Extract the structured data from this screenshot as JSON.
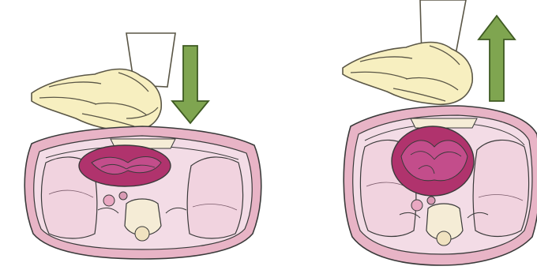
{
  "figure": {
    "panels": [
      {
        "id": "compression",
        "arrow": "down-arrow",
        "state": "chest-compressed"
      },
      {
        "id": "release",
        "arrow": "up-arrow",
        "state": "chest-recoiled"
      }
    ],
    "colors": {
      "arrow_fill": "#7fa550",
      "arrow_stroke": "#3e5a22",
      "glove": "#f7efc0",
      "glove_stroke": "#5a5646",
      "body_wall": "#e8b4c6",
      "lung": "#f1d3df",
      "heart_wall": "#b0336d",
      "heart_chamber": "#c34d8b",
      "bone": "#f5ecd6",
      "outline": "#3a3a3a"
    }
  }
}
